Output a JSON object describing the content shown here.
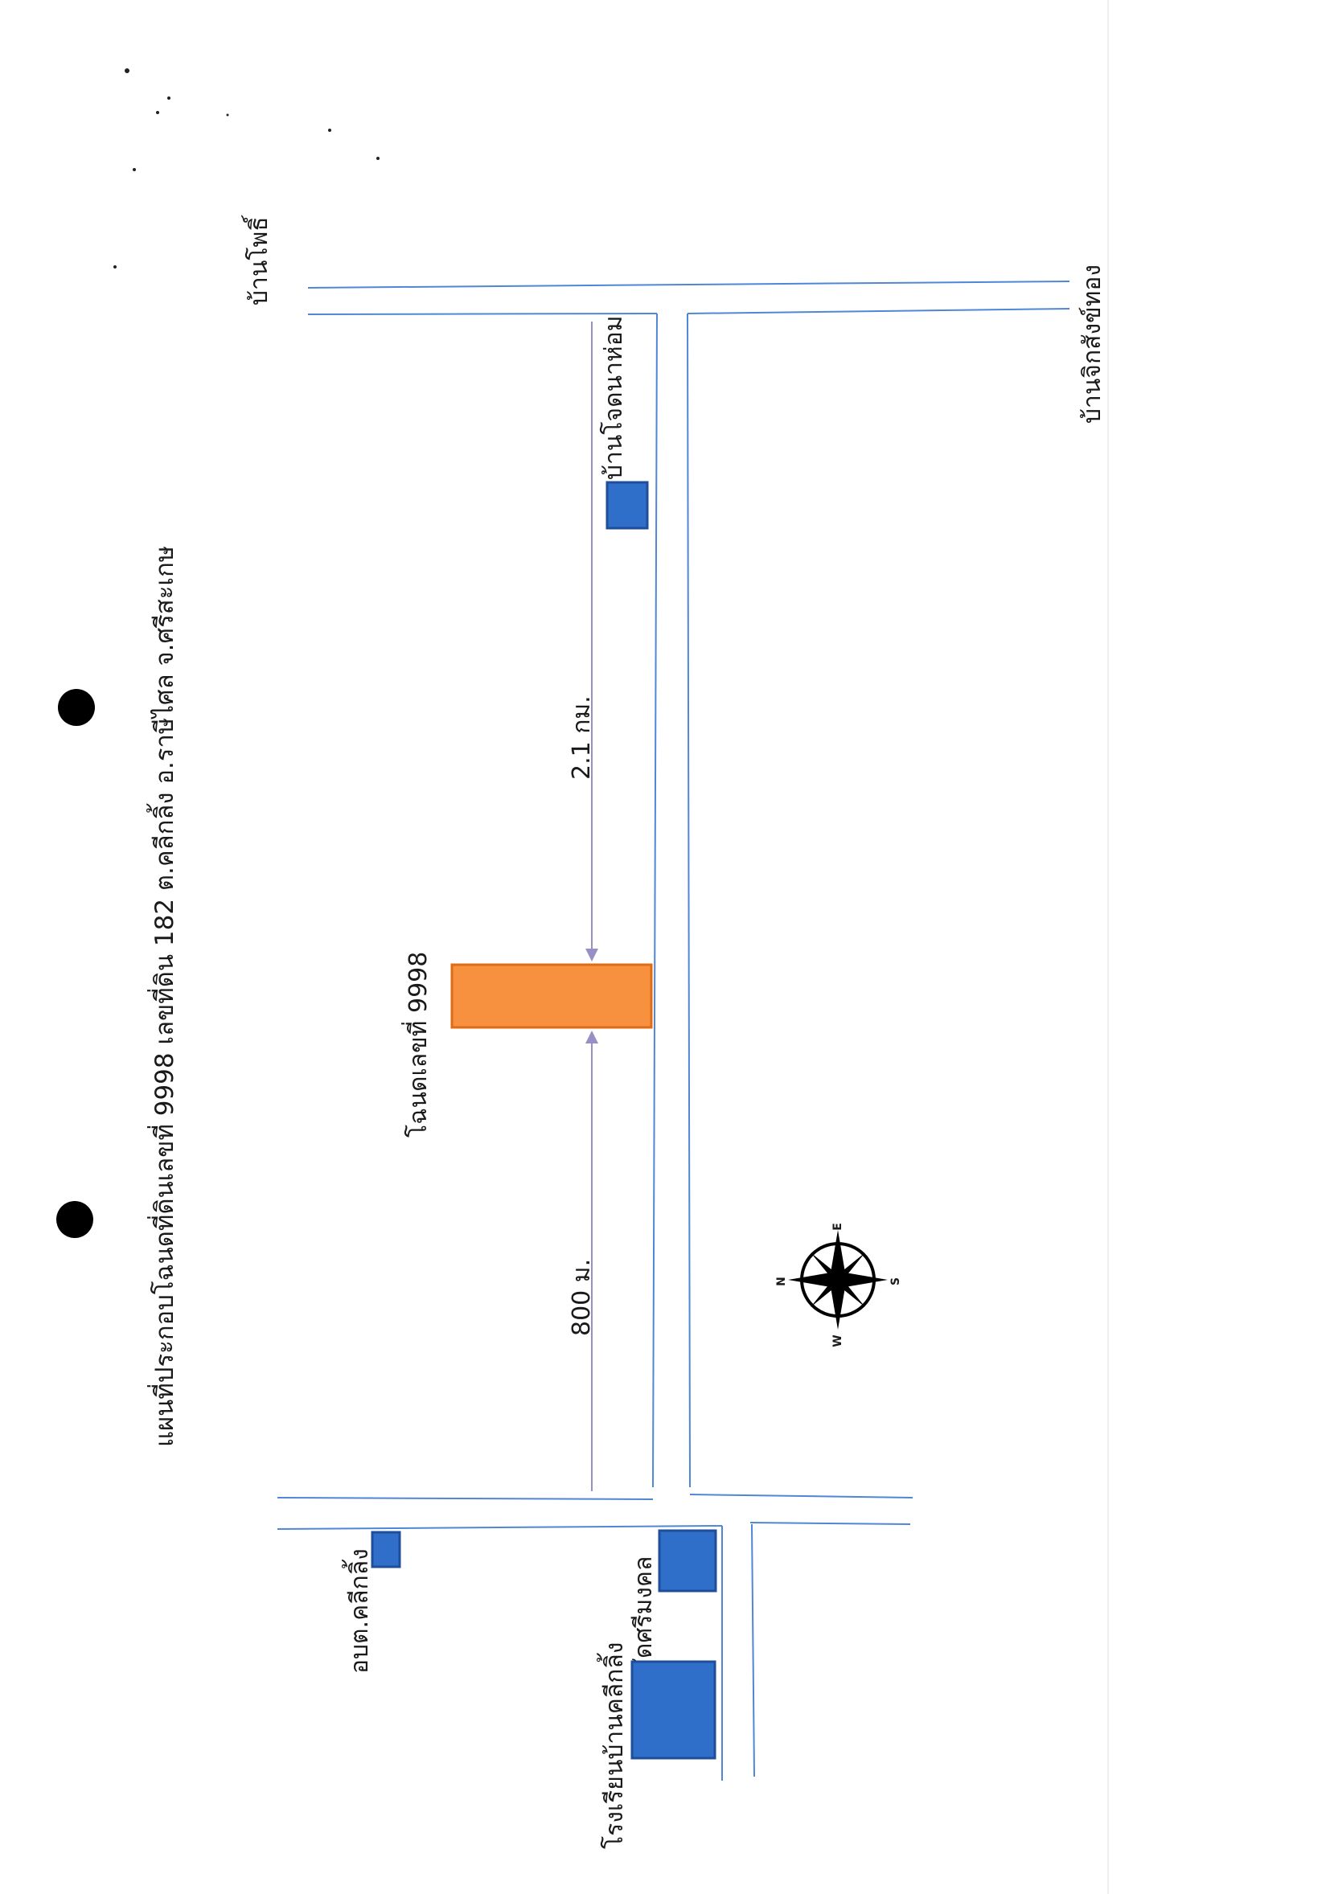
{
  "map": {
    "title": "แผนที่ประกอบโฉนดที่ดินเลขที่ 9998 เลขที่ดิน 182 ต.คลีกลิ้ง อ.ราษีไศล จ.ศรีสะเกษ",
    "plot_label": "โฉนดเลขที่ 9998",
    "distance_south": "800 ม.",
    "distance_north": "2.1 กม.",
    "places": {
      "ban_pho": "บ้านโพธิ์",
      "ban_chik_sang_thong": "บ้านจิกสังข์ทอง",
      "ban_chot_na_hom": "บ้านโจดนาห่อม",
      "obt_khli_kling": "อบต.คลีกลิ้ง",
      "wat_si_mongkhon": "วัดศรีมงคล",
      "school_ban_khli_kling": "โรงเรียนบ้านคลีกลิ้ง"
    },
    "compass": {
      "n": "N",
      "e": "E",
      "s": "S",
      "w": "W"
    },
    "colors": {
      "road": "#4f86d6",
      "building": "#2f6fc9",
      "plot": "#f7913f",
      "dimension_line": "#9a8fc4"
    }
  }
}
